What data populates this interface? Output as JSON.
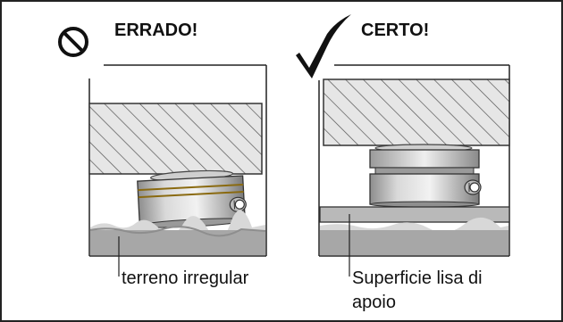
{
  "wrong_panel": {
    "heading": "ERRADO!",
    "icon": "prohibited-icon",
    "caption": "terreno irregular"
  },
  "right_panel": {
    "heading": "CERTO!",
    "icon": "checkmark-icon",
    "caption_line1": "Superficie lisa di",
    "caption_line2": "apoio"
  }
}
